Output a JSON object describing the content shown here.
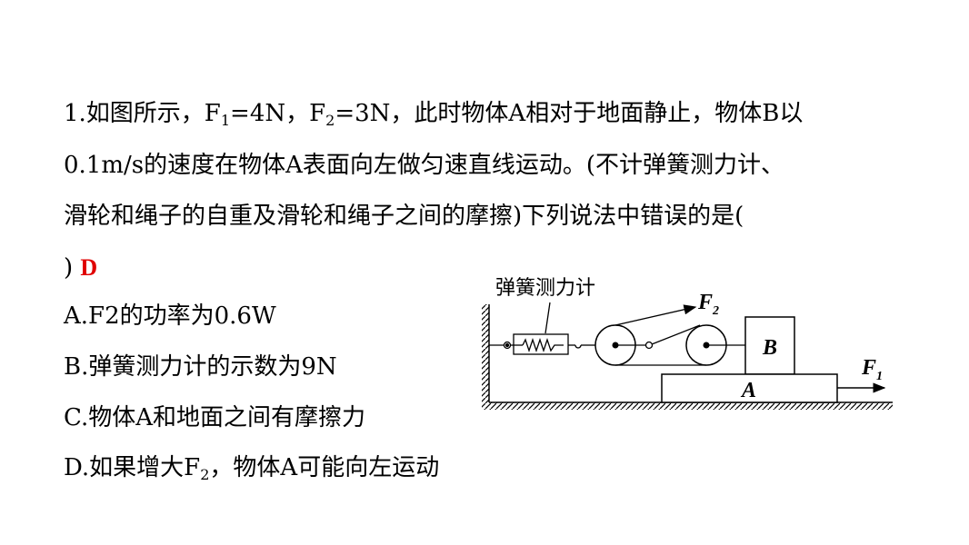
{
  "question": {
    "line1_a": "1.如图所示，F",
    "line1_sub1": "1",
    "line1_b": "=4N，F",
    "line1_sub2": "2",
    "line1_c": "=3N，此时物体A相对于地面静止，物体B以",
    "line2": "0.1m/s的速度在物体A表面向左做匀速直线运动。(不计弹簧测力计、",
    "line3": "滑轮和绳子的自重及滑轮和绳子之间的摩擦)下列说法中错误的是(",
    "line4": ")",
    "answer": "D"
  },
  "options": {
    "a": "A.F2的功率为0.6W",
    "b": "B.弹簧测力计的示数为9N",
    "c": "C.物体A和地面之间有摩擦力",
    "d_a": "D.如果增大F",
    "d_sub": "2",
    "d_b": "，物体A可能向左运动"
  },
  "diagram": {
    "spring_label": "弹簧测力计",
    "label_f2": "F",
    "label_f2_sub": "2",
    "label_f1": "F",
    "label_f1_sub": "1",
    "label_a": "A",
    "label_b": "B"
  },
  "colors": {
    "answer": "#e00000"
  }
}
